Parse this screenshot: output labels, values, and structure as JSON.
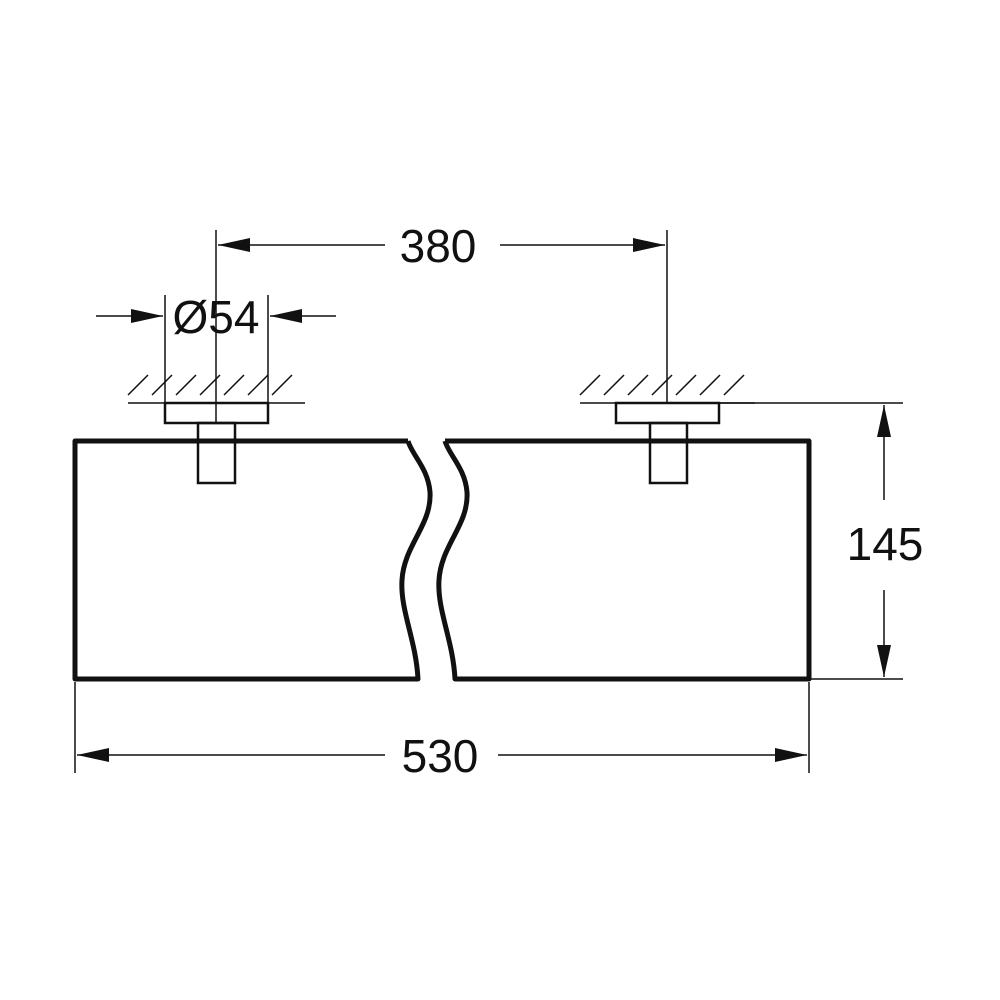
{
  "dimensions": {
    "mount_spacing": "380",
    "mount_diameter": "Ø54",
    "total_length": "530",
    "depth": "145"
  },
  "colors": {
    "line": "#111111",
    "background": "#ffffff"
  }
}
